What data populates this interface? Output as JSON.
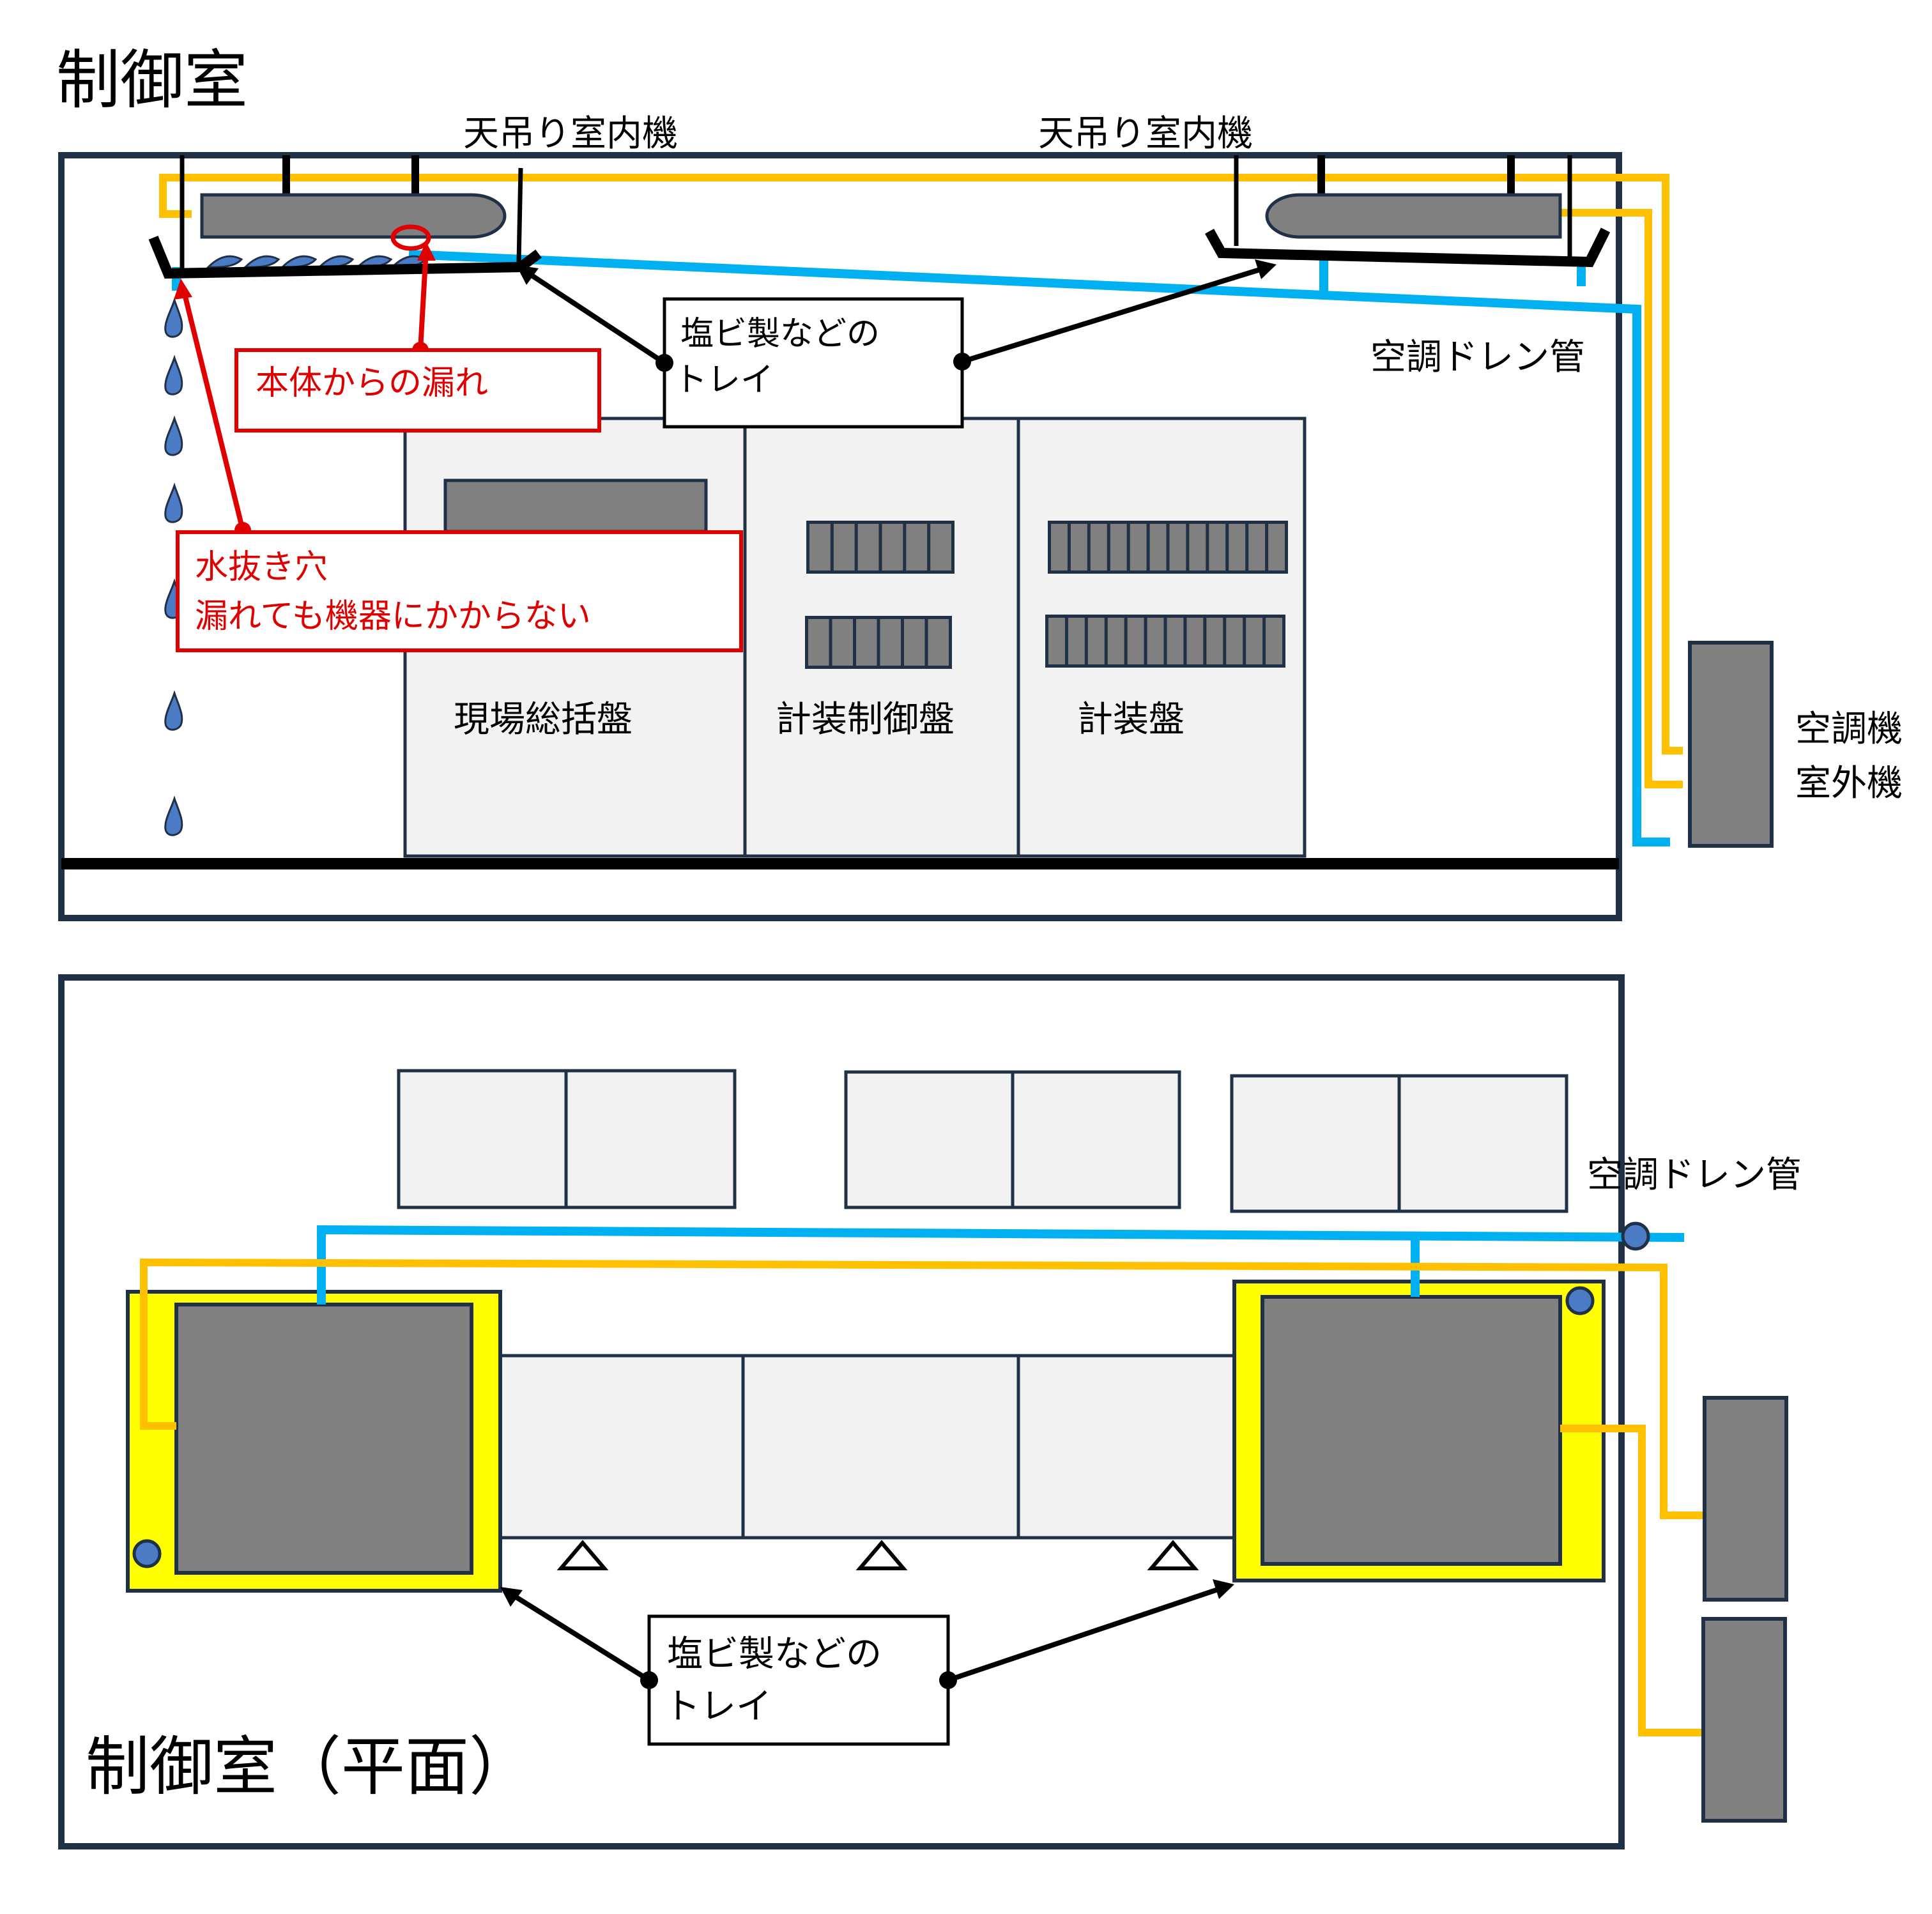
{
  "colors": {
    "frame": "#1f3047",
    "ink": "#000000",
    "unit_gray": "#808080",
    "panel_fill": "#f2f2f2",
    "panel_stroke": "#1f3047",
    "drain_blue": "#00b0f0",
    "refrigerant_orange": "#ffc000",
    "tray_yellow": "#ffff00",
    "leak_red": "#e00000",
    "drop_blue": "#4a7bc4"
  },
  "section_view": {
    "title": "制御室",
    "indoor_unit_left_label": "天吊り室内機",
    "indoor_unit_right_label": "天吊り室内機",
    "tray_callout": {
      "line1": "塩ビ製などの",
      "line2": "トレイ"
    },
    "leak_callout": "本体からの漏れ",
    "drain_hole_callout": {
      "line1": "水抜き穴",
      "line2": "漏れても機器にかからない"
    },
    "drain_pipe_label": "空調ドレン管",
    "outdoor_unit_label": {
      "line1": "空調機",
      "line2": "室外機"
    },
    "panels": [
      {
        "label": "現場総括盤"
      },
      {
        "label": "計装制御盤"
      },
      {
        "label": "計装盤"
      }
    ]
  },
  "plan_view": {
    "title": "制御室（平面）",
    "drain_pipe_label": "空調ドレン管",
    "tray_callout": {
      "line1": "塩ビ製などの",
      "line2": "トレイ"
    }
  }
}
